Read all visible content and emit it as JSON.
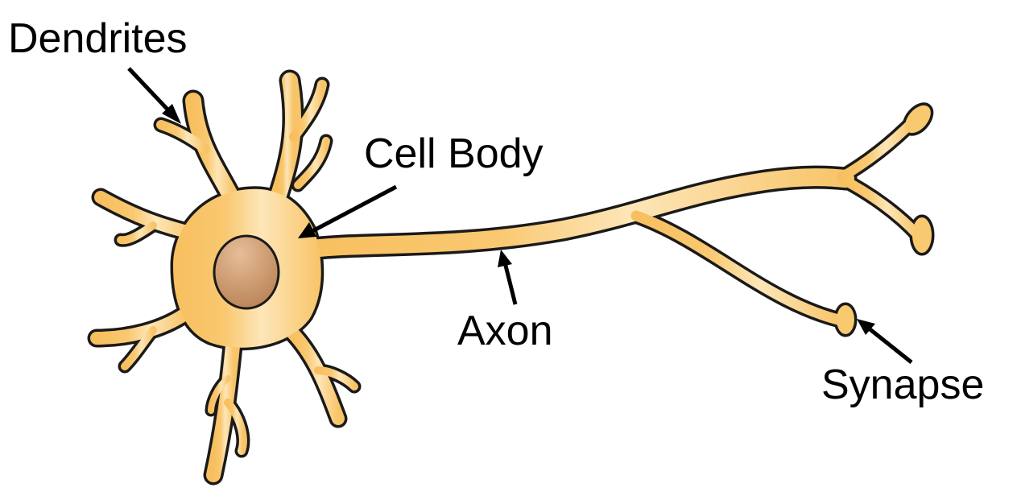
{
  "labels": {
    "dendrites": "Dendrites",
    "cell_body": "Cell Body",
    "axon": "Axon",
    "synapse": "Synapse"
  },
  "colors": {
    "cell": "#f8c264",
    "cell_light": "#fde3b0",
    "nucleus": "#c89870",
    "outline": "#1a1a1a"
  }
}
